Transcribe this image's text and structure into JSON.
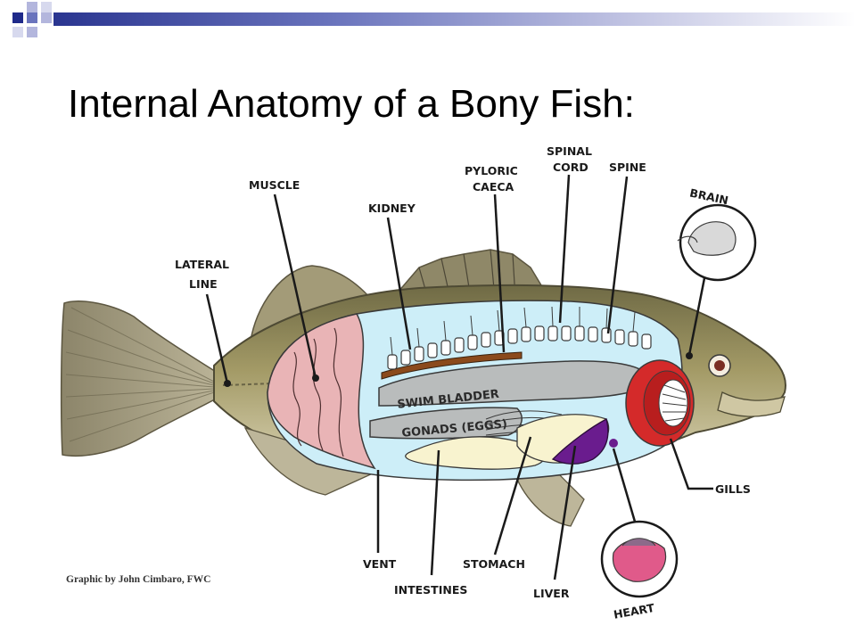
{
  "slide": {
    "title": "Internal Anatomy of a Bony Fish:",
    "credit": "Graphic by John Cimbaro, FWC"
  },
  "labels": {
    "lateral_line_1": "LATERAL",
    "lateral_line_2": "LINE",
    "muscle": "MUSCLE",
    "kidney": "KIDNEY",
    "pyloric_1": "PYLORIC",
    "pyloric_2": "CAECA",
    "spinal_1": "SPINAL",
    "spinal_2": "CORD",
    "spine": "SPINE",
    "brain": "BRAIN",
    "gills": "GILLS",
    "vent": "VENT",
    "intestines": "INTESTINES",
    "stomach": "STOMACH",
    "liver": "LIVER",
    "heart": "HEART",
    "swim_bladder": "SWIM BLADDER",
    "gonads": "GONADS (EGGS)"
  },
  "colors": {
    "accent_navy": "#1f2a8a",
    "accent_lavender": "#9aa0d8",
    "body_cavity": "#cdeef8",
    "muscle": "#e9b4b6",
    "gills": "#d42a2a",
    "liver": "#6a1c8e",
    "fish_body": "#8f8657"
  }
}
